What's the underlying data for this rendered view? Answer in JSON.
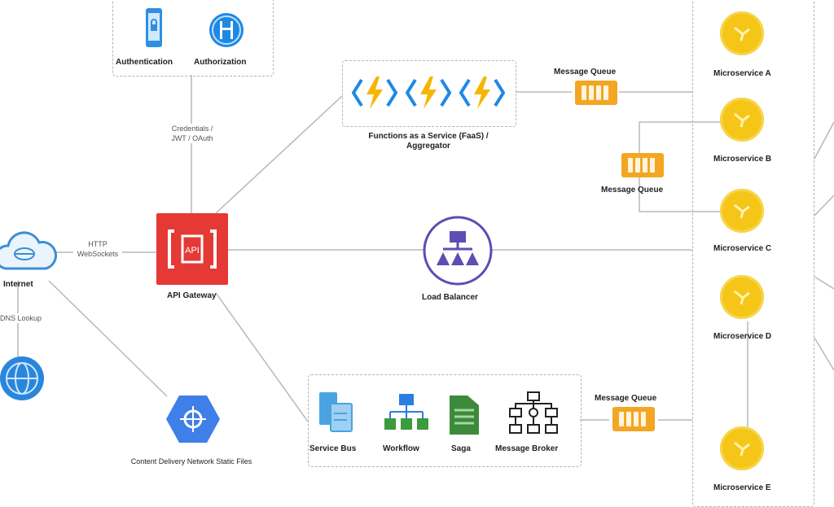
{
  "auth": {
    "label_a": "Authentication",
    "label_b": "Authorization",
    "link_label": "Credentials / JWT / OAuth"
  },
  "internet": {
    "label": "Internet",
    "link_label": "HTTP WebSockets",
    "dns_label": "DNS Lookup"
  },
  "gateway": {
    "label": "API Gateway"
  },
  "faas": {
    "label": "Functions as a Service (FaaS) / Aggregator"
  },
  "load_balancer": {
    "label": "Load Balancer"
  },
  "cdn": {
    "label": "Content Delivery Network Static Files"
  },
  "integration": {
    "service_bus": "Service Bus",
    "workflow": "Workflow",
    "saga": "Saga",
    "broker": "Message Broker"
  },
  "queues": {
    "top": "Message Queue",
    "mid": "Message Queue",
    "bottom": "Message Queue"
  },
  "microservices": [
    "Microservice A",
    "Microservice B",
    "Microservice C",
    "Microservice D",
    "Microservice E"
  ],
  "colors": {
    "gateway": "#e53935",
    "function": "#f7b500",
    "function_bracket": "#1e88e5",
    "microservice": "#f5c518",
    "queue": "#f3a623",
    "lb": "#5e4db2",
    "cdn": "#3f7fe8",
    "integration_blue": "#4aa3df",
    "integration_green": "#3d9a3d"
  }
}
